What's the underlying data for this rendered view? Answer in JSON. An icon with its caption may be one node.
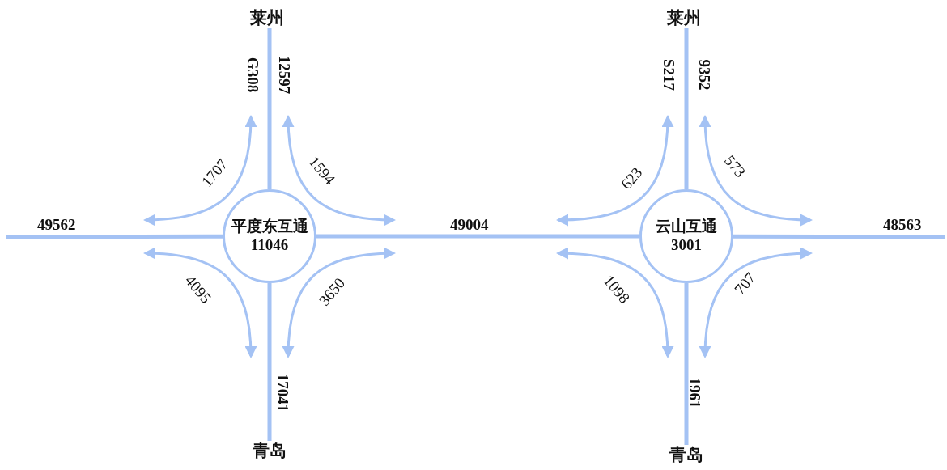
{
  "diagram": {
    "nodes": [
      {
        "text": [
          "莱州"
        ]
      },
      {
        "text": [
          "莱州"
        ]
      },
      {
        "text": [
          "平度东互通",
          "11046"
        ]
      },
      {
        "text": [
          "云山互通",
          "3001"
        ]
      },
      {
        "text": [
          "青岛"
        ]
      },
      {
        "text": [
          "青岛"
        ]
      }
    ],
    "edges": [
      {
        "from": null,
        "to": 2,
        "arrow": "none"
      },
      {
        "from": 2,
        "to": 3,
        "arrow": "none"
      },
      {
        "from": 3,
        "to": null,
        "arrow": "none"
      },
      {
        "from": 0,
        "to": 2,
        "arrow": "none"
      },
      {
        "from": 2,
        "to": 4,
        "arrow": "none"
      },
      {
        "from": 1,
        "to": 3,
        "arrow": "none"
      },
      {
        "from": 3,
        "to": 5,
        "arrow": "none"
      }
    ],
    "labels": [
      "G308",
      "12597",
      "S217",
      "9352",
      "1707",
      "1594",
      "623",
      "573",
      "49562",
      "49004",
      "48563",
      "4095",
      "3650",
      "1098",
      "707",
      "17041",
      "1961"
    ]
  }
}
